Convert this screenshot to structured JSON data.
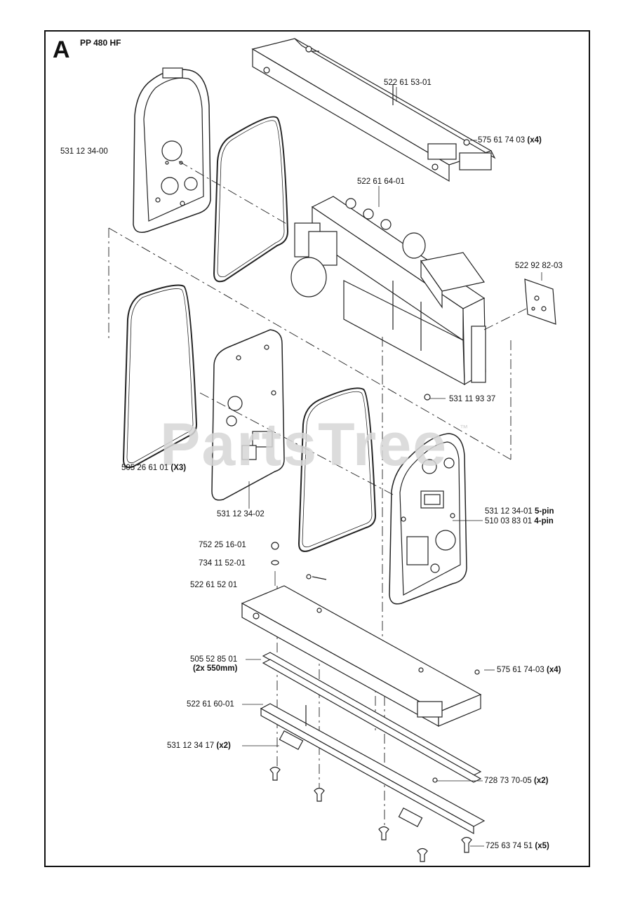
{
  "header": {
    "section_letter": "A",
    "model": "PP 480 HF"
  },
  "watermark": {
    "text": "PartsTree",
    "trademark": "™"
  },
  "parts": [
    {
      "id": "p1",
      "number": "522 61 53-01",
      "qty": ""
    },
    {
      "id": "p2",
      "number": "575 61 74 03",
      "qty": "(x4)"
    },
    {
      "id": "p3",
      "number": "531 12 34-00",
      "qty": ""
    },
    {
      "id": "p4",
      "number": "522 61 64-01",
      "qty": ""
    },
    {
      "id": "p5",
      "number": "522 92 82-03",
      "qty": ""
    },
    {
      "id": "p6",
      "number": "531 11 93 37",
      "qty": ""
    },
    {
      "id": "p7",
      "number": "505 26 61 01",
      "qty": "(X3)"
    },
    {
      "id": "p8",
      "number": "531 12 34-02",
      "qty": ""
    },
    {
      "id": "p9",
      "number": "531 12 34-01",
      "qty": "5-pin"
    },
    {
      "id": "p10",
      "number": "510 03 83 01",
      "qty": "4-pin"
    },
    {
      "id": "p11",
      "number": "752 25 16-01",
      "qty": ""
    },
    {
      "id": "p12",
      "number": "734 11 52-01",
      "qty": ""
    },
    {
      "id": "p13",
      "number": "522 61 52 01",
      "qty": ""
    },
    {
      "id": "p14",
      "number": "505 52 85 01",
      "qty": "(2x 550mm)"
    },
    {
      "id": "p15",
      "number": "575 61 74-03",
      "qty": "(x4)"
    },
    {
      "id": "p16",
      "number": "522 61 60-01",
      "qty": ""
    },
    {
      "id": "p17",
      "number": "531 12 34 17",
      "qty": "(x2)"
    },
    {
      "id": "p18",
      "number": "728 73 70-05",
      "qty": "(x2)"
    },
    {
      "id": "p19",
      "number": "725 63 74 51",
      "qty": "(x5)"
    }
  ]
}
